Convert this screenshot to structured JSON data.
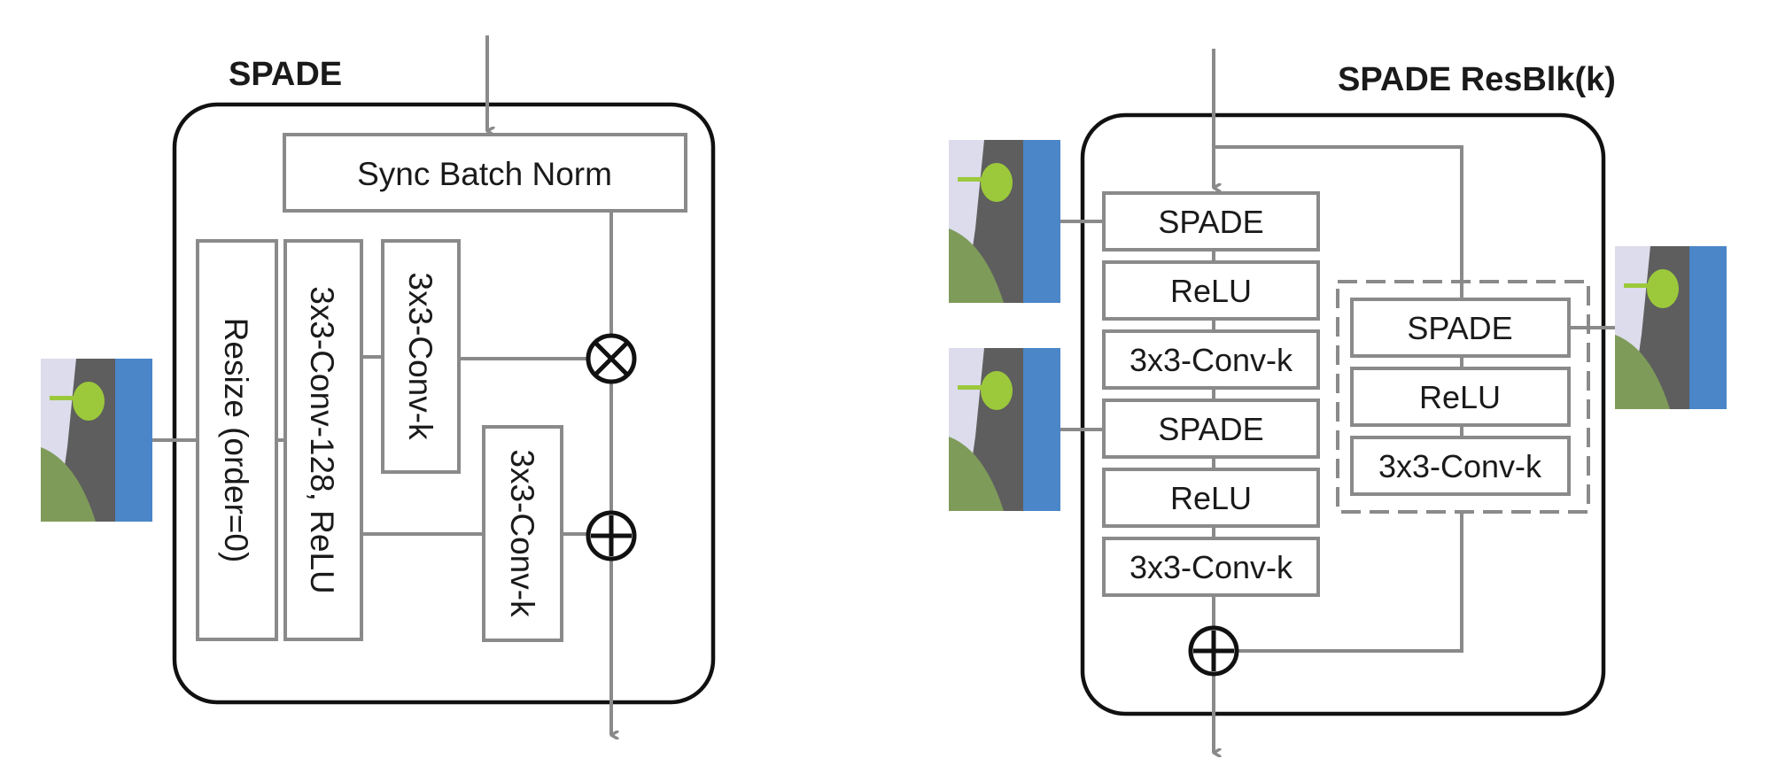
{
  "left": {
    "title": "SPADE",
    "sync_bn": "Sync Batch Norm",
    "resize": "Resize (order=0)",
    "conv128": "3x3-Conv-128, ReLU",
    "conv_gamma": "3x3-Conv-k",
    "conv_beta": "3x3-Conv-k",
    "op_mul": "⊗",
    "op_add": "⊕"
  },
  "right": {
    "title": "SPADE ResBlk(k)",
    "main": [
      "SPADE",
      "ReLU",
      "3x3-Conv-k",
      "SPADE",
      "ReLU",
      "3x3-Conv-k"
    ],
    "shortcut": [
      "SPADE",
      "ReLU",
      "3x3-Conv-k"
    ],
    "op_add": "⊕"
  },
  "colors": {
    "line": "#8a8a8a",
    "frame": "#111111",
    "seg_water": "#4a86c8",
    "seg_road": "#5e5e5e",
    "seg_sky": "#dcdcec",
    "seg_grass": "#7f9b5a",
    "seg_tree": "#9cc93b"
  }
}
